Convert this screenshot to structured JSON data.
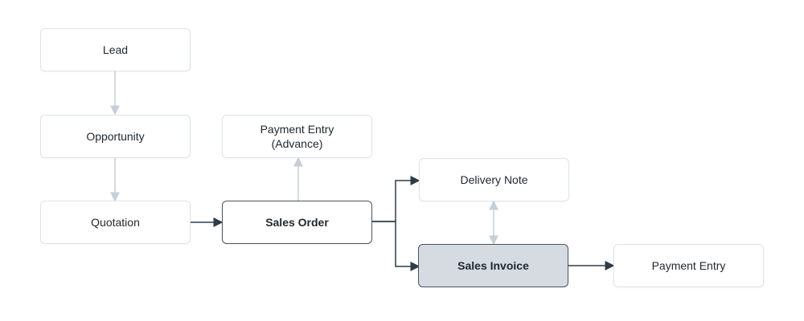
{
  "diagram": {
    "colors": {
      "light_connector": "#c7ced6",
      "dark_connector": "#2f3b46",
      "node_border": "#dfe3e8",
      "highlight_fill": "#d6dbe2"
    },
    "nodes": {
      "lead": {
        "label": "Lead"
      },
      "opportunity": {
        "label": "Opportunity"
      },
      "quotation": {
        "label": "Quotation"
      },
      "payment_entry_advance": {
        "label_line1": "Payment Entry",
        "label_line2": "(Advance)"
      },
      "sales_order": {
        "label": "Sales Order"
      },
      "delivery_note": {
        "label": "Delivery Note"
      },
      "sales_invoice": {
        "label": "Sales Invoice"
      },
      "payment_entry": {
        "label": "Payment Entry"
      }
    }
  }
}
